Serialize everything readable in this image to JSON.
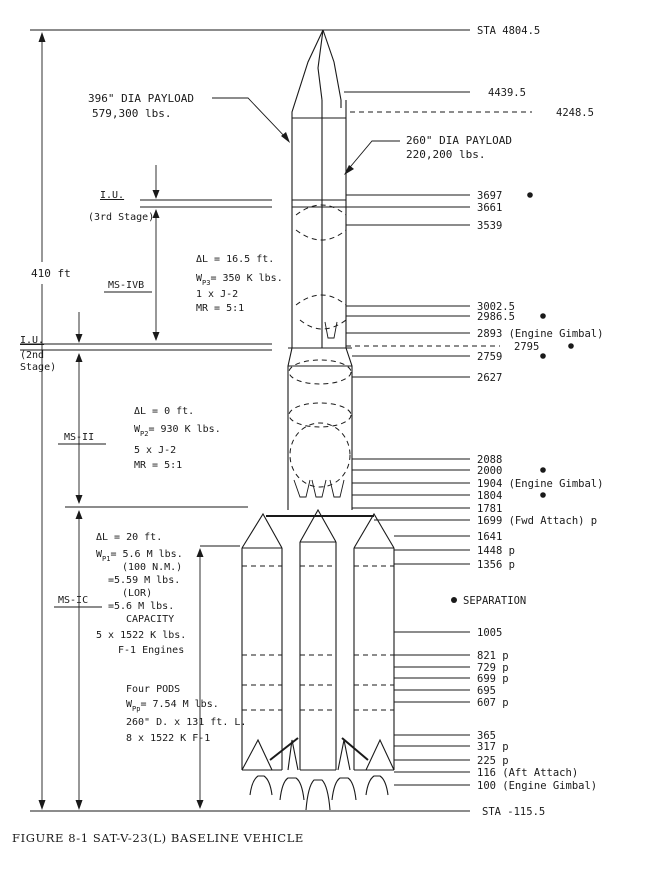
{
  "caption": "FIGURE 8-1  SAT-V-23(L) BASELINE VEHICLE",
  "overall_height": "410 ft",
  "payload_large": {
    "line1": "396\" DIA PAYLOAD",
    "line2": "579,300 lbs."
  },
  "payload_small": {
    "line1": "260\" DIA PAYLOAD",
    "line2": "220,200 lbs."
  },
  "iu_third": {
    "label": "I.U.",
    "sub": "(3rd Stage)"
  },
  "iu_second": {
    "label": "I.U.",
    "sub1": "(2nd",
    "sub2": "Stage)"
  },
  "stages": {
    "ms_ivb": {
      "name": "MS-IVB",
      "dl": "ΔL = 16.5 ft.",
      "wp_pre": "W",
      "wp_sub": "P3",
      "wp_post": "= 350 K lbs.",
      "eng": "1 x J-2",
      "mr": "MR = 5:1"
    },
    "ms_ii": {
      "name": "MS-II",
      "dl": "ΔL = 0 ft.",
      "wp_pre": "W",
      "wp_sub": "P2",
      "wp_post": "= 930 K lbs.",
      "eng": "5 x J-2",
      "mr": "MR = 5:1"
    },
    "ms_ic": {
      "name": "MS-IC",
      "dl": "ΔL = 20 ft.",
      "wp_pre": "W",
      "wp_sub": "P1",
      "wp_post": "= 5.6 M lbs.",
      "l2": "(100 N.M.)",
      "l3": "=5.59 M lbs.",
      "l4": "(LOR)",
      "l5": "=5.6 M lbs.",
      "l6": "CAPACITY",
      "l7": "5 x 1522 K lbs.",
      "l8": "F-1 Engines"
    }
  },
  "pods": {
    "l1": "Four  PODS",
    "wp_pre": "W",
    "wp_sub": "Pp",
    "wp_post": "= 7.54 M lbs.",
    "l3": "260\" D. x 131 ft. L.",
    "l4": "8 x 1522 K F-1"
  },
  "separation": "SEPARATION",
  "stations": [
    {
      "text": "STA  4804.5"
    },
    {
      "text": "4439.5"
    },
    {
      "text": "4248.5"
    },
    {
      "text": "3697"
    },
    {
      "text": "3661"
    },
    {
      "text": "3539"
    },
    {
      "text": "3002.5"
    },
    {
      "text": "2986.5"
    },
    {
      "text": "2893 (Engine Gimbal)"
    },
    {
      "text": "2795"
    },
    {
      "text": "2759"
    },
    {
      "text": "2627"
    },
    {
      "text": "2088"
    },
    {
      "text": "2000"
    },
    {
      "text": "1904 (Engine Gimbal)"
    },
    {
      "text": "1804"
    },
    {
      "text": "1781"
    },
    {
      "text": "1699 (Fwd Attach)  p"
    },
    {
      "text": "1641"
    },
    {
      "text": "1448  p"
    },
    {
      "text": "1356  p"
    },
    {
      "text": "1005"
    },
    {
      "text": "821  p"
    },
    {
      "text": "729  p"
    },
    {
      "text": "699  p"
    },
    {
      "text": "695"
    },
    {
      "text": "607  p"
    },
    {
      "text": "365"
    },
    {
      "text": "317  p"
    },
    {
      "text": "225  p"
    },
    {
      "text": "116 (Aft Attach)"
    },
    {
      "text": "100 (Engine Gimbal)"
    },
    {
      "text": "STA  -115.5"
    }
  ]
}
